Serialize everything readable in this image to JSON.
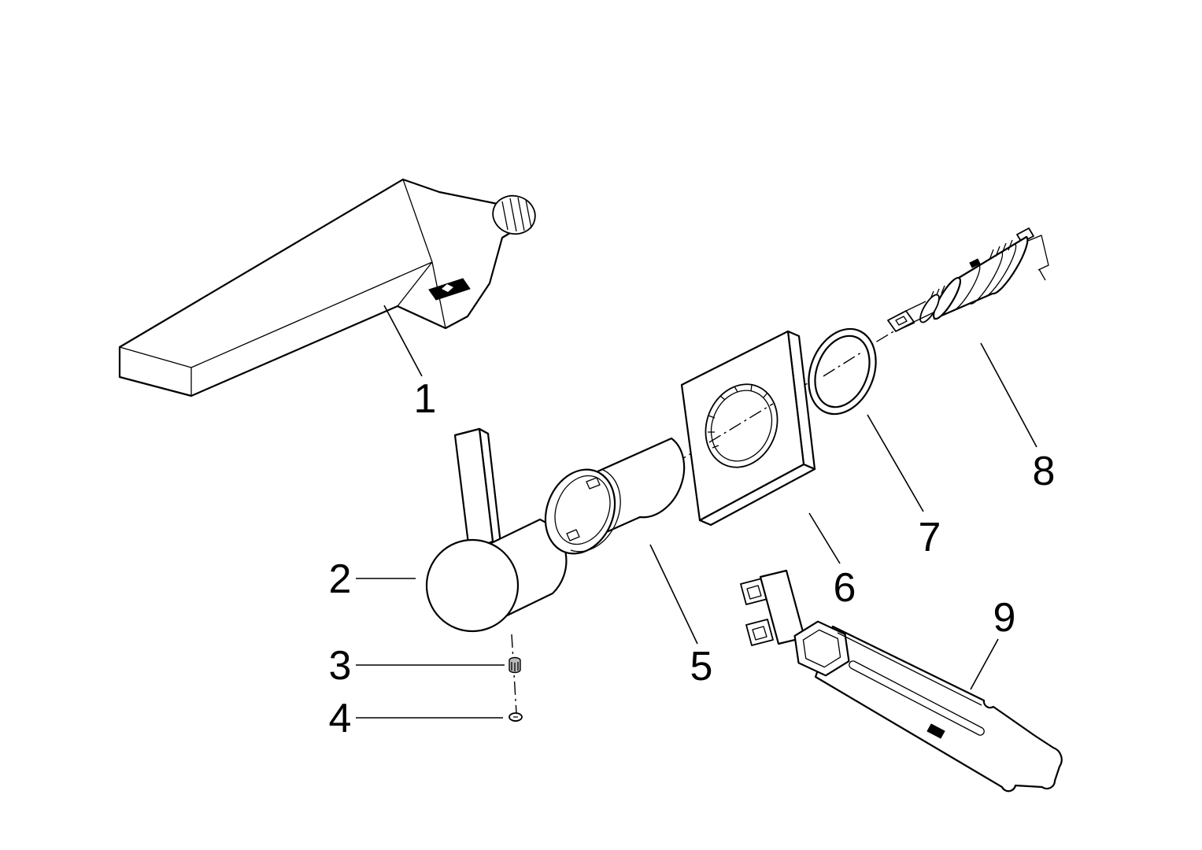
{
  "page": {
    "background": "#ffffff",
    "line_color": "#000000"
  },
  "diagram": {
    "type": "exploded-parts-diagram",
    "parts": [
      {
        "number": "1",
        "name": "spout"
      },
      {
        "number": "2",
        "name": "lever-handle"
      },
      {
        "number": "3",
        "name": "set-screw"
      },
      {
        "number": "4",
        "name": "screw-plug"
      },
      {
        "number": "5",
        "name": "handle-sleeve"
      },
      {
        "number": "6",
        "name": "escutcheon-plate"
      },
      {
        "number": "7",
        "name": "o-ring"
      },
      {
        "number": "8",
        "name": "cartridge"
      },
      {
        "number": "9",
        "name": "mounting-tool"
      }
    ]
  }
}
